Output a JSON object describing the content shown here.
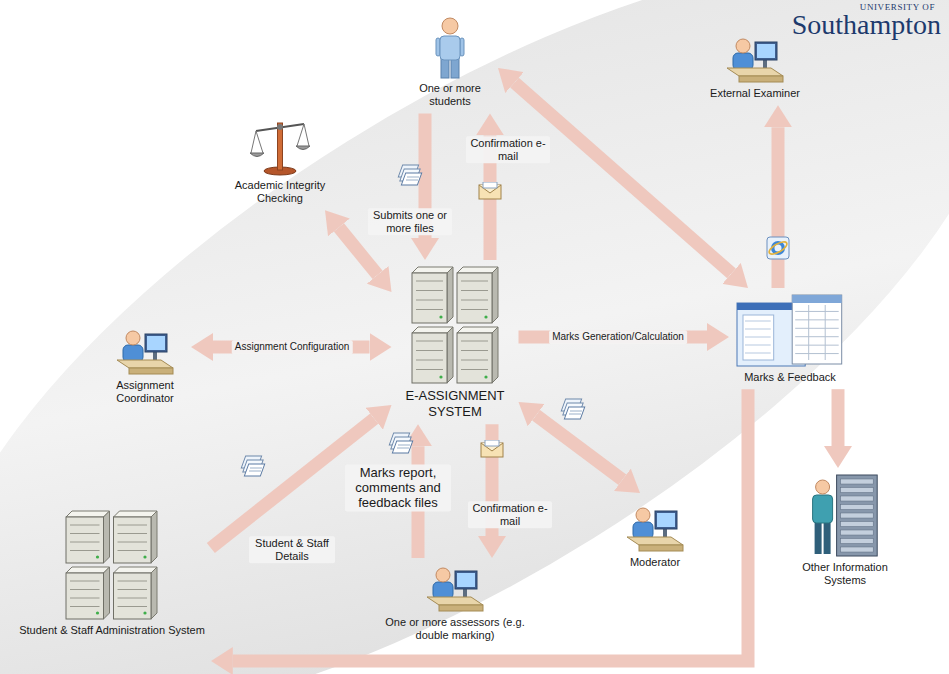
{
  "diagram": {
    "nodes": [
      {
        "text": [
          "One or more students"
        ]
      },
      {
        "text": [
          "External Examiner"
        ]
      },
      {
        "text": [
          "Academic Integrity Checking"
        ]
      },
      {
        "text": [
          "Assignment Coordinator"
        ]
      },
      {
        "text": [
          "E-ASSIGNMENT SYSTEM"
        ]
      },
      {
        "text": [
          "Marks & Feedback"
        ]
      },
      {
        "text": [
          "Moderator"
        ]
      },
      {
        "text": [
          "One or more assessors (e.g. double marking)"
        ]
      },
      {
        "text": [
          "Other Information Systems"
        ]
      },
      {
        "text": [
          "Student & Staff Administration System"
        ]
      }
    ],
    "edges": [
      {
        "from": 0,
        "to": 4,
        "arrow": "to",
        "label": "Submits one or more files"
      },
      {
        "from": 4,
        "to": 0,
        "arrow": "to",
        "label": "Confirmation e-mail"
      },
      {
        "from": 2,
        "to": 4,
        "arrow": "both"
      },
      {
        "from": 3,
        "to": 4,
        "arrow": "both",
        "label": "Assignment Configuration"
      },
      {
        "from": 9,
        "to": 4,
        "arrow": "to",
        "label": "Student & Staff Details"
      },
      {
        "from": 4,
        "to": 5,
        "arrow": "to",
        "label": "Marks Generation/Calculation"
      },
      {
        "from": 5,
        "to": 0,
        "arrow": "both"
      },
      {
        "from": 5,
        "to": 1,
        "arrow": "to"
      },
      {
        "from": 5,
        "to": 8,
        "arrow": "to"
      },
      {
        "from": 5,
        "to": 9,
        "arrow": "to"
      },
      {
        "from": 7,
        "to": 4,
        "arrow": "to",
        "label": "Marks report, comments and feedback files"
      },
      {
        "from": 4,
        "to": 7,
        "arrow": "to",
        "label": "Confirmation e-mail"
      },
      {
        "from": 4,
        "to": 6,
        "arrow": "both"
      }
    ],
    "labels": [
      "UNIVERSITY OF",
      "Southampton"
    ]
  }
}
